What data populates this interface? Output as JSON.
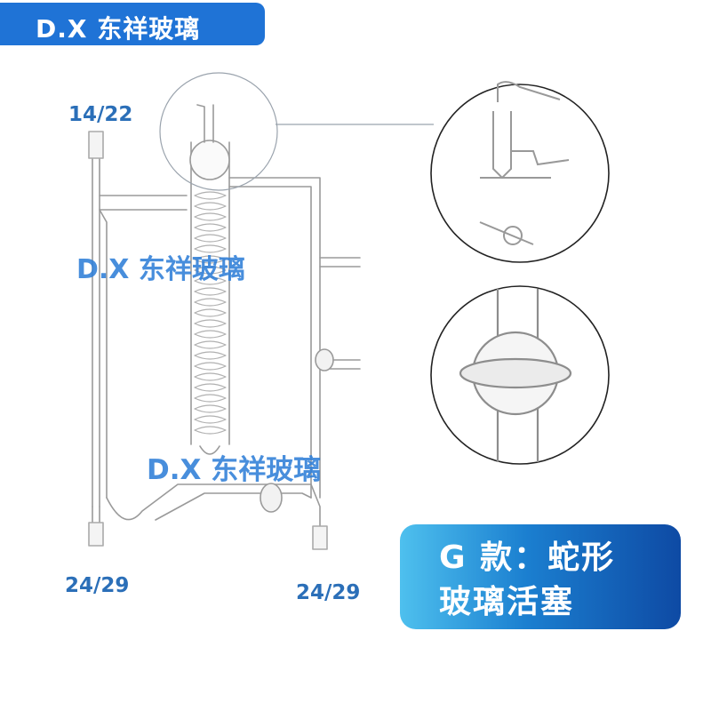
{
  "brand": {
    "name": "D.X 东祥玻璃"
  },
  "watermarks": [
    "D.X 东祥玻璃",
    "D.X 东祥玻璃"
  ],
  "joints": {
    "top_left": "14/22",
    "bottom_left": "24/29",
    "bottom_right": "24/29"
  },
  "badge": {
    "line1": "G 款：蛇形",
    "line2": "玻璃活塞"
  },
  "colors": {
    "brand_blue": "#1f73d6",
    "joint_label": "#2b6fb8",
    "glass": "#8a8a8a"
  }
}
